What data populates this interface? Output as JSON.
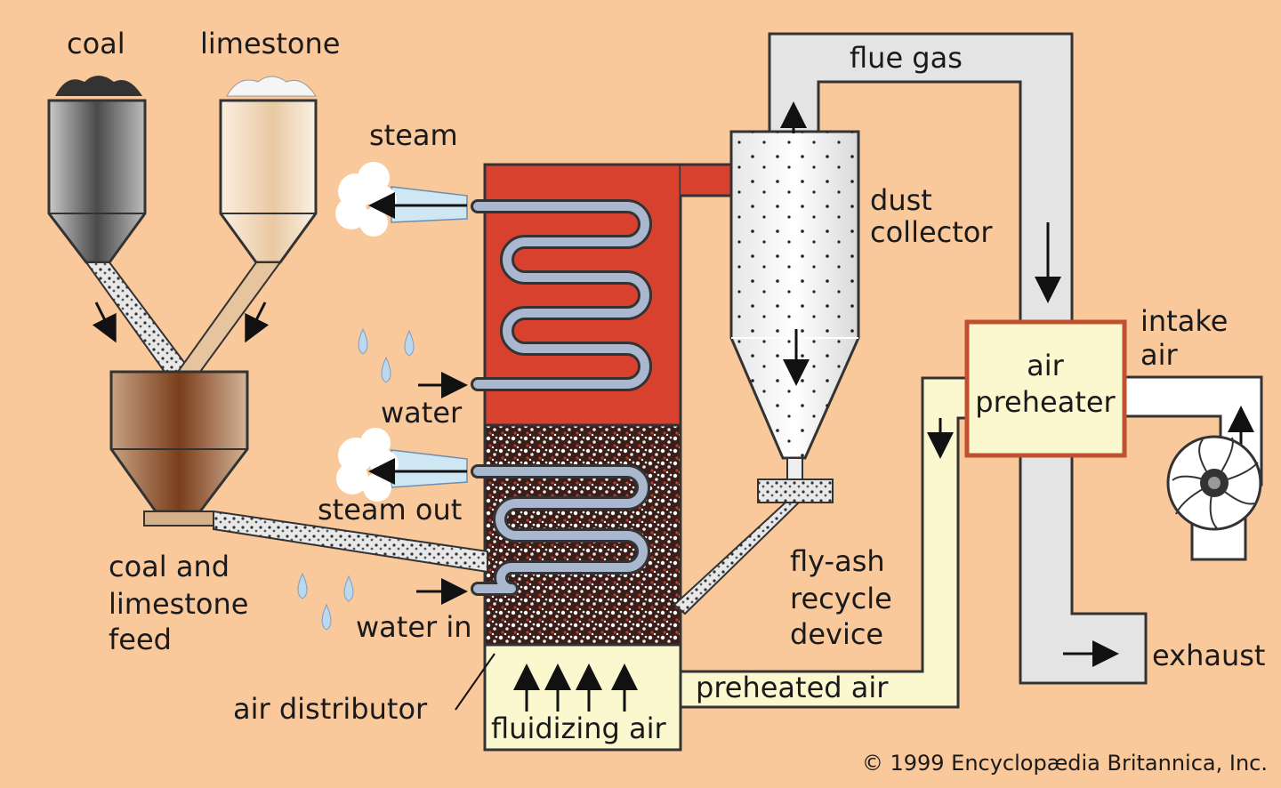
{
  "labels": {
    "coal": "coal",
    "limestone": "limestone",
    "steam": "steam",
    "water": "water",
    "steam_out": "steam out",
    "water_in": "water in",
    "feed_line1": "coal and",
    "feed_line2": "limestone",
    "feed_line3": "feed",
    "air_distributor": "air distributor",
    "fluidizing_air": "fluidizing air",
    "dust_line1": "dust",
    "dust_line2": "collector",
    "flue_gas": "flue gas",
    "intake_line1": "intake",
    "intake_line2": "air",
    "preheater_line1": "air",
    "preheater_line2": "preheater",
    "flyash_line1": "fly-ash",
    "flyash_line2": "recycle",
    "flyash_line3": "device",
    "exhaust": "exhaust",
    "preheated_air": "preheated air"
  },
  "copyright": "© 1999 Encyclopædia Britannica, Inc.",
  "colors": {
    "background": "#f9c89b",
    "furnace": "#d9412f",
    "pipe": "#a9b7cf",
    "duct": "#e4e4e4",
    "air_duct": "#fbf8d0",
    "preheater_border": "#c0502e"
  }
}
